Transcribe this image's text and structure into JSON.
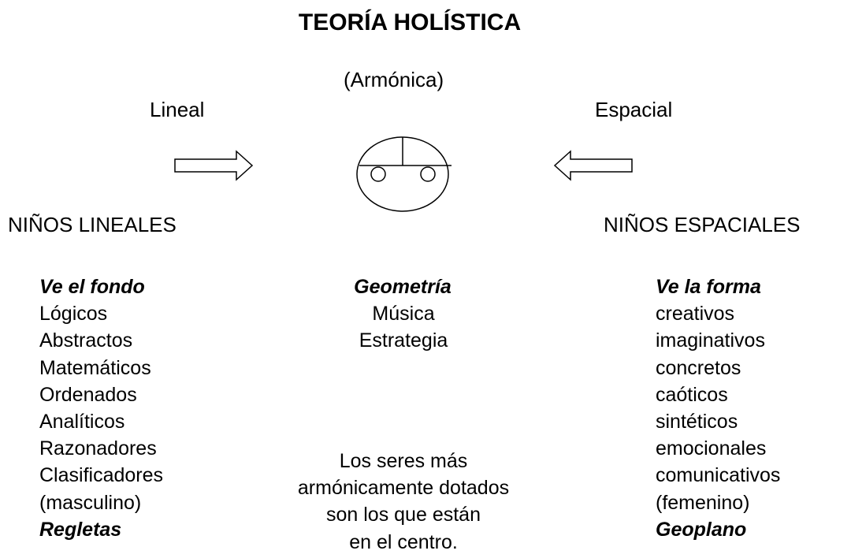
{
  "title": "TEORÍA HOLÍSTICA",
  "top_labels": {
    "center": "(Armónica)",
    "left": "Lineal",
    "right": "Espacial"
  },
  "headings": {
    "left": "NIÑOS LINEALES",
    "right": "NIÑOS ESPACIALES"
  },
  "left_column": {
    "header": "Ve el fondo",
    "items": [
      "Lógicos",
      "Abstractos",
      "Matemáticos",
      "Ordenados",
      "Analíticos",
      "Razonadores",
      "Clasificadores",
      "(masculino)"
    ],
    "footer": "Regletas"
  },
  "center_column": {
    "header": "Geometría",
    "items": [
      "Música",
      "Estrategia"
    ],
    "note_lines": [
      "Los seres más",
      "armónicamente dotados",
      "son los que están",
      "en el centro."
    ]
  },
  "right_column": {
    "header": "Ve la forma",
    "items": [
      "creativos",
      "imaginativos",
      "concretos",
      "caóticos",
      "sintéticos",
      "emocionales",
      "comunicativos",
      "(femenino)"
    ],
    "footer": "Geoplano"
  },
  "colors": {
    "text": "#000000",
    "stroke": "#000000",
    "background": "#ffffff"
  },
  "icons": [
    "arrow-right-icon",
    "brain-face-icon",
    "arrow-left-icon"
  ]
}
